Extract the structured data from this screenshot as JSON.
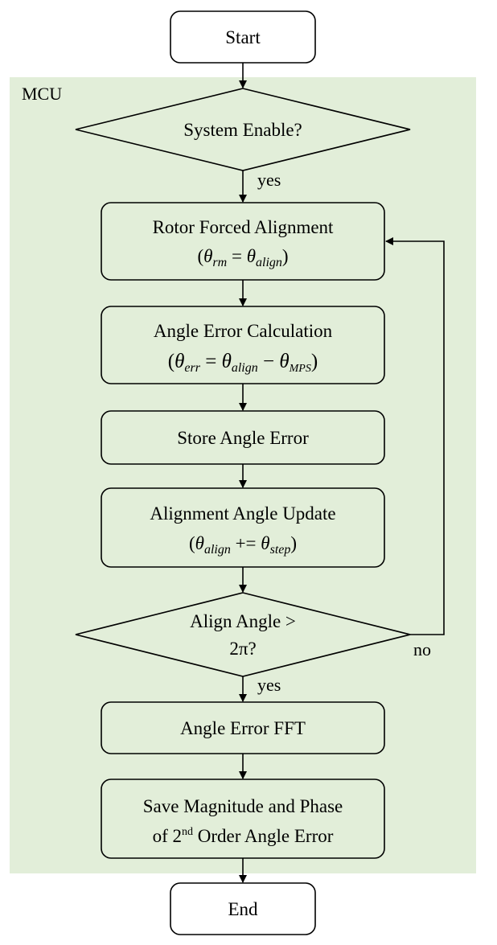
{
  "region": {
    "label": "MCU",
    "fill": "#e2eed9"
  },
  "nodes": {
    "start": {
      "label": "Start"
    },
    "enable": {
      "label": "System Enable?"
    },
    "align": {
      "line1": "Rotor Forced Alignment",
      "math": {
        "open": "(",
        "theta1": "θ",
        "sub1": "rm",
        "eq": " = ",
        "theta2": "θ",
        "sub2": "align",
        "close": ")"
      }
    },
    "calc": {
      "line1": "Angle Error Calculation",
      "math": {
        "open": "(",
        "theta1": "θ",
        "sub1": "err",
        "eq": " = ",
        "theta2": "θ",
        "sub2": "align",
        "minus": " − ",
        "theta3": "θ",
        "sub3": "MPS",
        "close": ")"
      }
    },
    "store": {
      "label": "Store Angle Error"
    },
    "update": {
      "line1": "Alignment Angle Update",
      "math": {
        "open": "(",
        "theta1": "θ",
        "sub1": "align",
        "op": " += ",
        "theta2": "θ",
        "sub2": "step",
        "close": ")"
      }
    },
    "check": {
      "line1": "Align Angle >",
      "line2": "2π?"
    },
    "fft": {
      "label": "Angle Error FFT"
    },
    "save": {
      "line1": "Save Magnitude and Phase",
      "line2_pre": "of 2",
      "line2_sup": "nd",
      "line2_post": " Order Angle Error"
    },
    "end": {
      "label": "End"
    }
  },
  "edges": {
    "enable_yes": "yes",
    "check_no": "no",
    "check_yes": "yes"
  }
}
